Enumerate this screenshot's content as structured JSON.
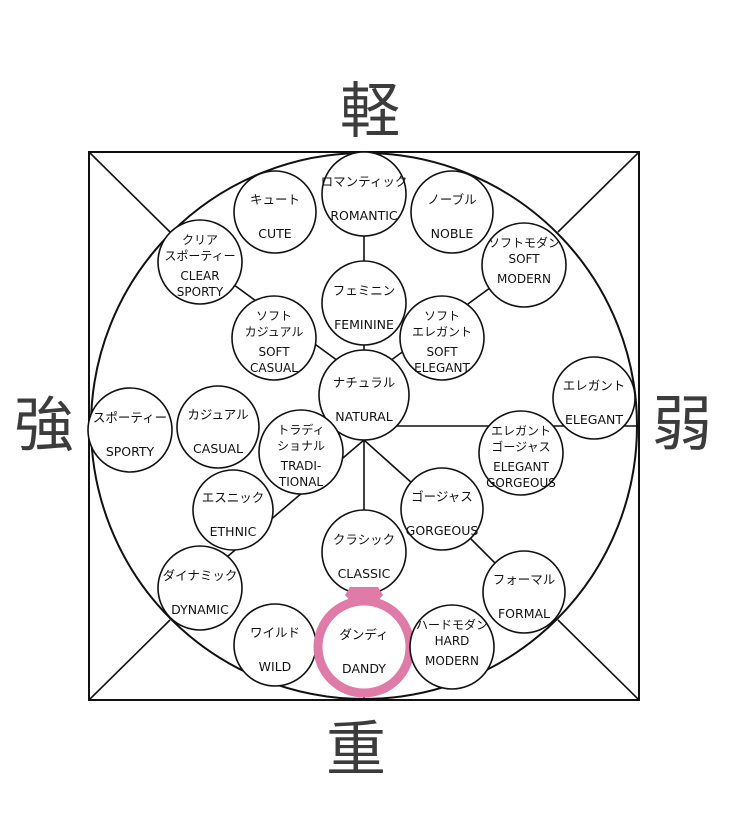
{
  "axis": {
    "top": "軽",
    "bottom": "重",
    "left": "強",
    "right": "弱"
  },
  "highlight_color": "#e07aa6",
  "highlight_node": "dandy",
  "nodes": {
    "romantic": [
      "ロマンティック",
      "ROMANTIC"
    ],
    "cute": [
      "キュート",
      "CUTE"
    ],
    "noble": [
      "ノーブル",
      "NOBLE"
    ],
    "clear_sporty": [
      "クリア",
      "スポーティー",
      "CLEAR",
      "SPORTY"
    ],
    "soft_modern": [
      "ソフトモダン",
      "SOFT",
      "MODERN"
    ],
    "feminine": [
      "フェミニン",
      "FEMININE"
    ],
    "soft_casual": [
      "ソフト",
      "カジュアル",
      "SOFT",
      "CASUAL"
    ],
    "soft_elegant": [
      "ソフト",
      "エレガント",
      "SOFT",
      "ELEGANT"
    ],
    "natural": [
      "ナチュラル",
      "NATURAL"
    ],
    "elegant": [
      "エレガント",
      "ELEGANT"
    ],
    "sporty": [
      "スポーティー",
      "SPORTY"
    ],
    "casual": [
      "カジュアル",
      "CASUAL"
    ],
    "traditional": [
      "トラディ",
      "ショナル",
      "TRADI-",
      "TIONAL"
    ],
    "elegant_gorgeous": [
      "エレガント",
      "ゴージャス",
      "ELEGANT",
      "GORGEOUS"
    ],
    "ethnic": [
      "エスニック",
      "ETHNIC"
    ],
    "gorgeous": [
      "ゴージャス",
      "GORGEOUS"
    ],
    "classic": [
      "クラシック",
      "CLASSIC"
    ],
    "dynamic": [
      "ダイナミック",
      "DYNAMIC"
    ],
    "formal": [
      "フォーマル",
      "FORMAL"
    ],
    "wild": [
      "ワイルド",
      "WILD"
    ],
    "dandy": [
      "ダンディ",
      "DANDY"
    ],
    "hard_modern": [
      "ハードモダン",
      "HARD",
      "MODERN"
    ]
  }
}
